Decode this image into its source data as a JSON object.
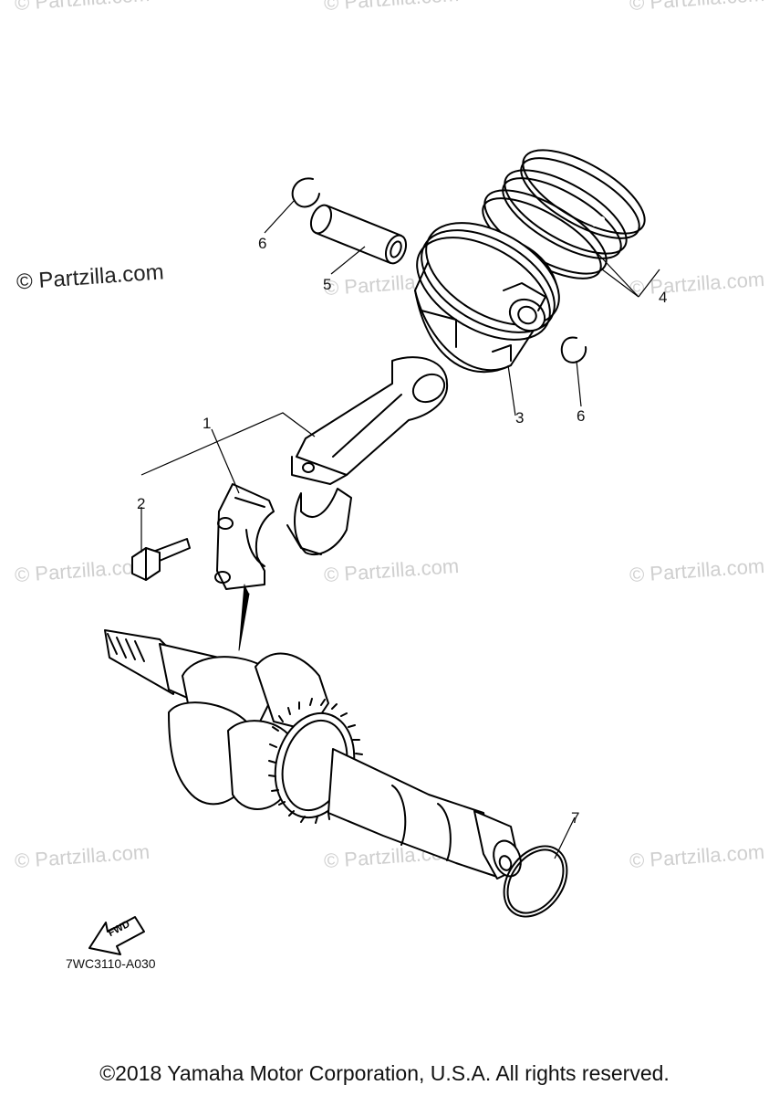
{
  "watermark": "© Partzilla.com",
  "brand": "© Partzilla.com",
  "callouts": {
    "c1": "1",
    "c2": "2",
    "c3": "3",
    "c4": "4",
    "c5": "5",
    "c6a": "6",
    "c6b": "6",
    "c7": "7"
  },
  "fwd_label": "FWD",
  "diagram_code": "7WC3110-A030",
  "copyright": "©2018 Yamaha Motor Corporation, U.S.A. All rights reserved."
}
